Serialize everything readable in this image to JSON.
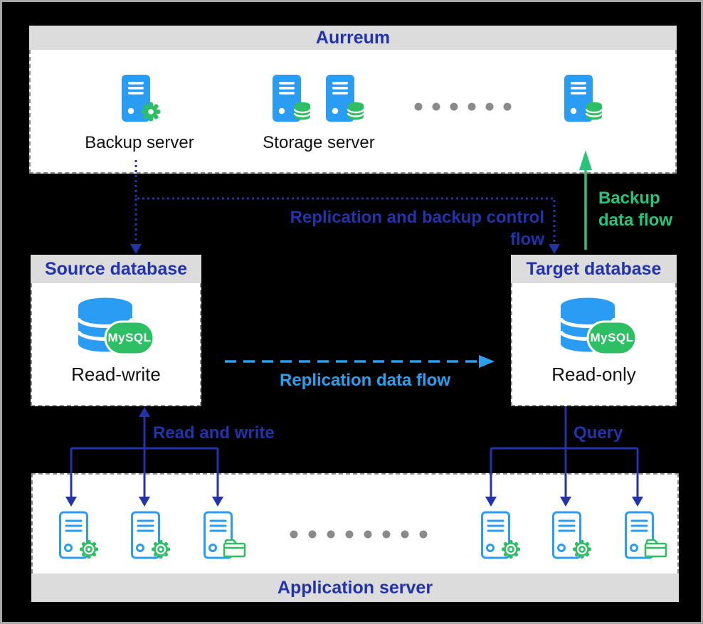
{
  "colors": {
    "background": "#000000",
    "canvas_border": "#a9a9a9",
    "box_header_gray": "#dcdcdc",
    "dashed_border_gray": "#8f8f8f",
    "title_navy": "#2233ab",
    "server_blue": "#2b9cf3",
    "icon_green": "#2ebe64",
    "backup_flow_green": "#26c57b",
    "replication_flow_blue": "#29a0f0",
    "ellipsis_dot_gray": "#8a8a8a",
    "label_black": "#111111"
  },
  "aurreum": {
    "title": "Aurreum",
    "backup_server": "Backup server",
    "storage_server": "Storage server"
  },
  "source_db": {
    "title": "Source database",
    "engine": "MySQL",
    "mode": "Read-write"
  },
  "target_db": {
    "title": "Target database",
    "engine": "MySQL",
    "mode": "Read-only"
  },
  "app": {
    "title": "Application server"
  },
  "flows": {
    "control": {
      "line1": "Replication and backup control",
      "line2": "flow"
    },
    "backup": {
      "line1": "Backup",
      "line2": "data flow"
    },
    "replication": {
      "label": "Replication data flow"
    },
    "read_write": {
      "label": "Read and write"
    },
    "query": {
      "label": "Query"
    }
  }
}
